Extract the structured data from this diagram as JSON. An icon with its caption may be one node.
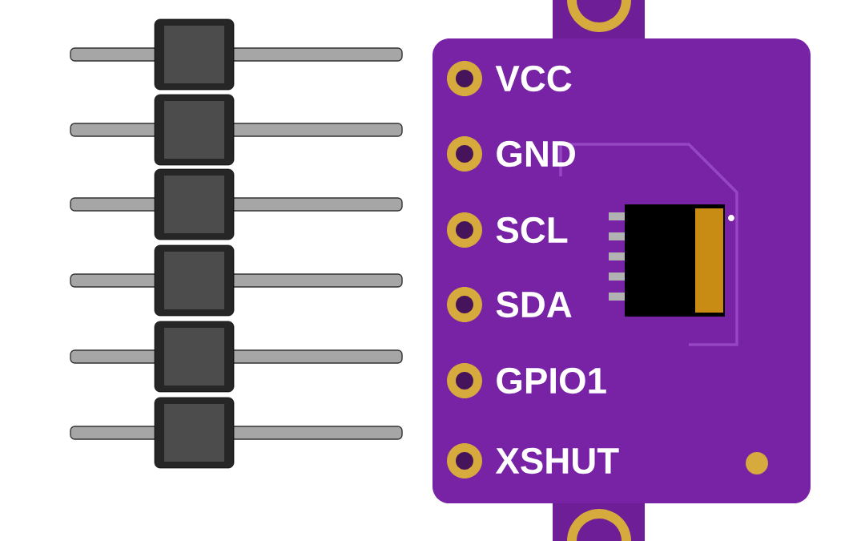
{
  "diagram": {
    "labels": [
      "VCC",
      "GND",
      "SCL",
      "SDA",
      "GPIO1",
      "XSHUT"
    ]
  }
}
